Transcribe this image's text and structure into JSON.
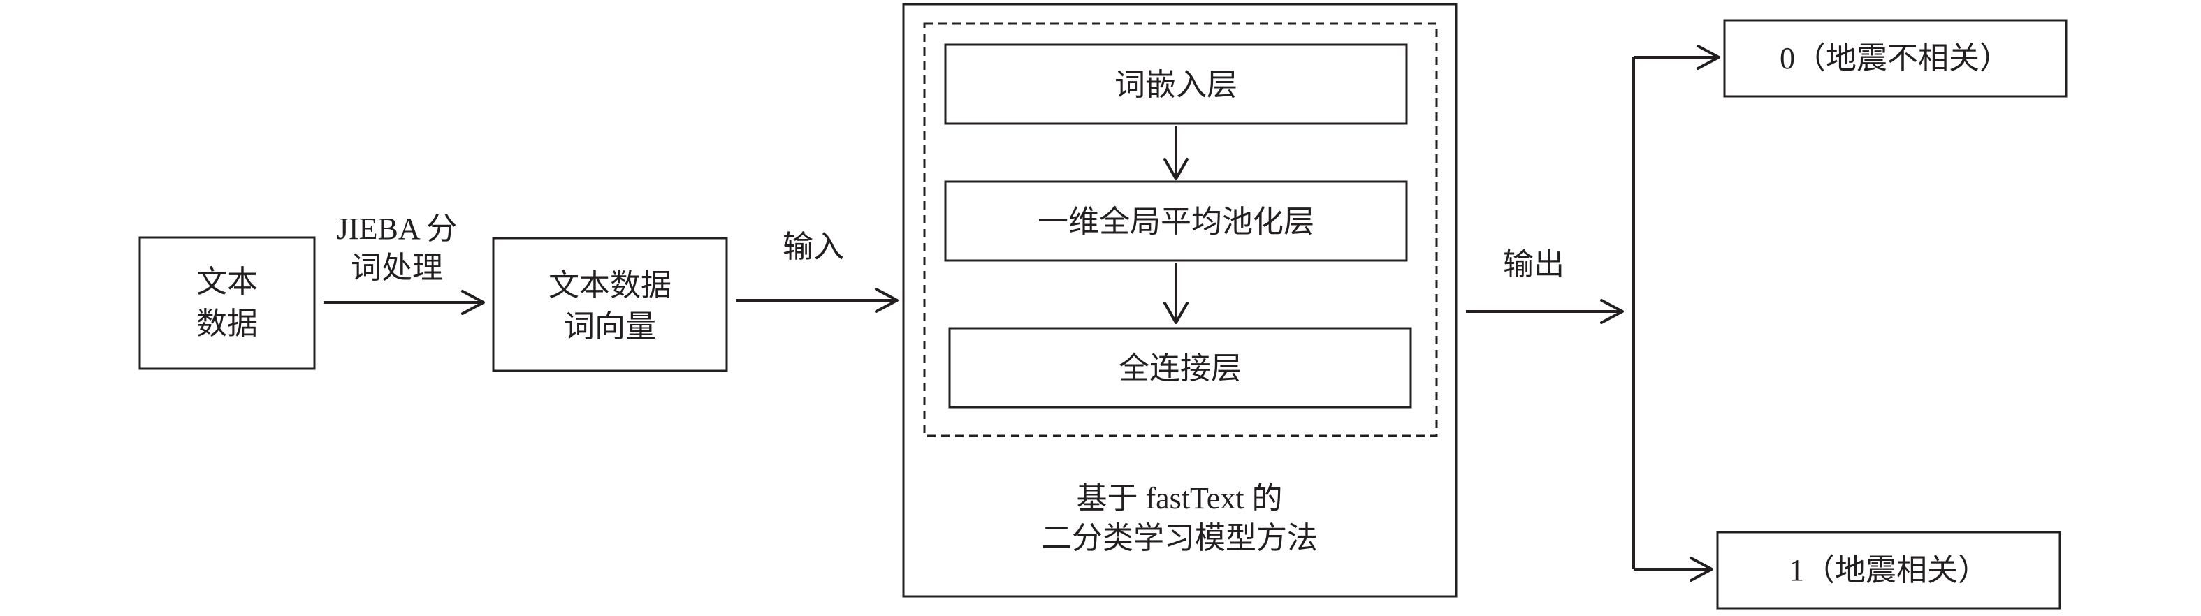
{
  "nodes": {
    "text_data": {
      "line1": "文本",
      "line2": "数据"
    },
    "word_vector": {
      "line1": "文本数据",
      "line2": "词向量"
    },
    "embedding_layer": "词嵌入层",
    "pooling_layer": "一维全局平均池化层",
    "dense_layer": "全连接层",
    "model": {
      "line1": "基于 fastText 的",
      "line2": "二分类学习模型方法"
    },
    "output_0": "0（地震不相关）",
    "output_1": "1（地震相关）"
  },
  "edges": {
    "segmentation": {
      "line1": "JIEBA 分",
      "line2": "词处理"
    },
    "input": "输入",
    "output": "输出"
  }
}
